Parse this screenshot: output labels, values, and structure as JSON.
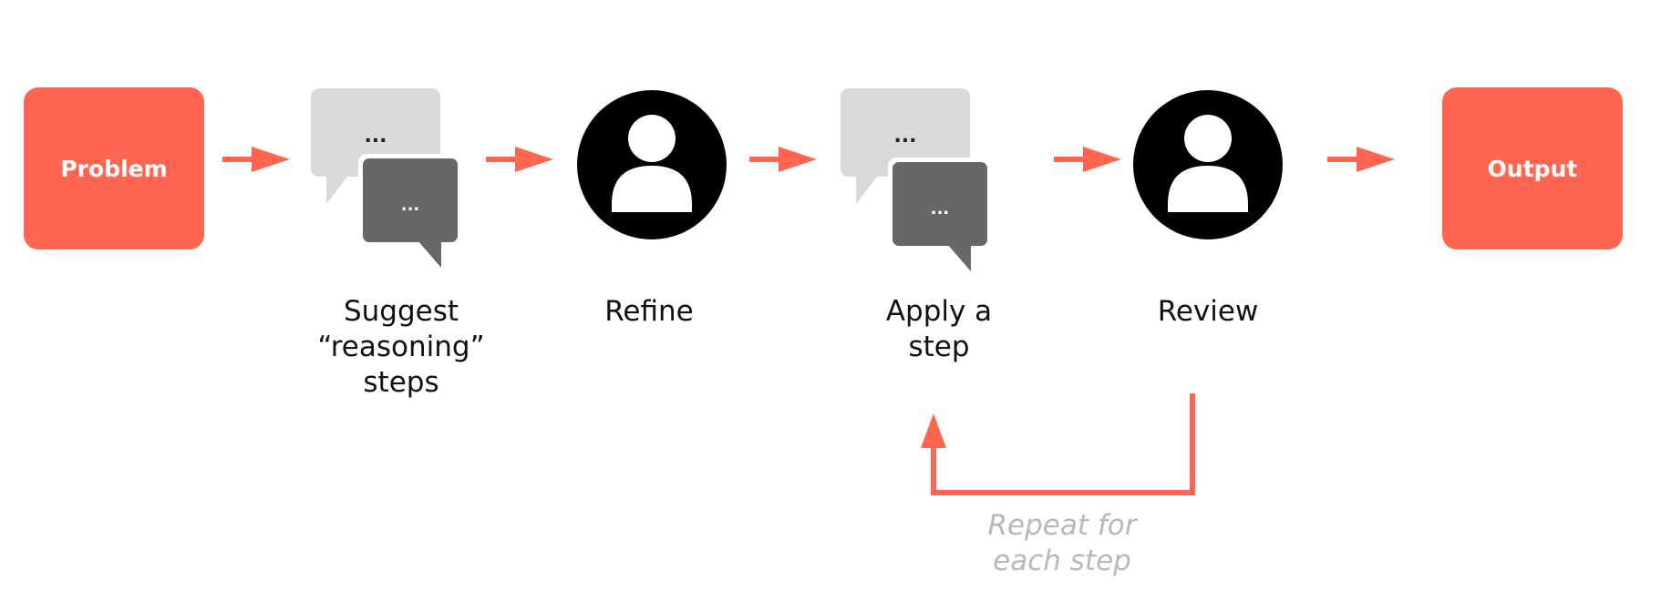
{
  "nodes": {
    "problem": {
      "label": "Problem"
    },
    "suggest": {
      "bubble_text": "...",
      "label_lines": [
        "Suggest",
        "“reasoning”",
        "steps"
      ]
    },
    "refine": {
      "label": "Refine"
    },
    "apply": {
      "bubble_text": "...",
      "label_lines": [
        "Apply a",
        "step"
      ]
    },
    "review": {
      "label": "Review"
    },
    "output": {
      "label": "Output"
    }
  },
  "loop": {
    "note_lines": [
      "Repeat for",
      "each step"
    ]
  },
  "colors": {
    "accent": "#ff6550",
    "bubble_light": "#d9d9d9",
    "bubble_dark": "#676767",
    "person": "#000000",
    "note": "#b8b8b8"
  },
  "icons": {
    "suggest": "speech-bubbles-icon",
    "refine": "person-icon",
    "apply": "speech-bubbles-icon",
    "review": "person-icon"
  }
}
